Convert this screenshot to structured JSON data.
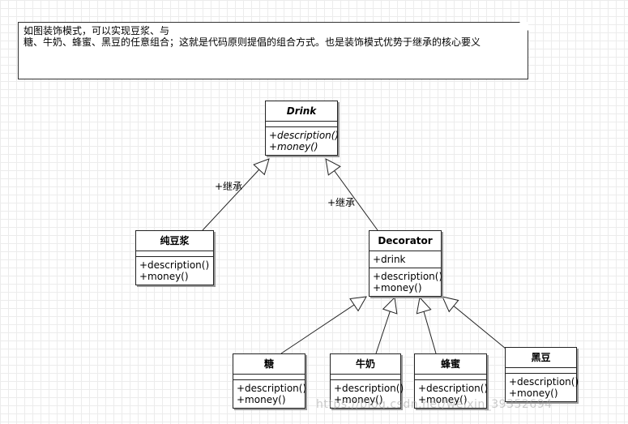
{
  "note": {
    "line1": "如图装饰模式，可以实现豆浆、与",
    "line2": "糖、牛奶、蜂蜜、黑豆的任意组合；这就是代码原则提倡的组合方式。也是装饰模式优势于继承的核心要义"
  },
  "classes": {
    "drink": {
      "name": "Drink",
      "ops": [
        "+description()",
        "+money()"
      ]
    },
    "soymilk": {
      "name": "纯豆浆",
      "ops": [
        "+description()",
        "+money()"
      ]
    },
    "decorator": {
      "name": "Decorator",
      "attrs": [
        "+drink"
      ],
      "ops": [
        "+description()",
        "+money()"
      ]
    },
    "sugar": {
      "name": "糖",
      "ops": [
        "+description()",
        "+money()"
      ]
    },
    "milk": {
      "name": "牛奶",
      "ops": [
        "+description()",
        "+money()"
      ]
    },
    "honey": {
      "name": "蜂蜜",
      "ops": [
        "+description()",
        "+money()"
      ]
    },
    "blackbean": {
      "name": "黑豆",
      "ops": [
        "+description()",
        "+money()"
      ]
    }
  },
  "labels": {
    "inherit_left": "+继承",
    "inherit_right": "+继承"
  },
  "watermark": "https://blog.csdn.net/weixin_39352694"
}
